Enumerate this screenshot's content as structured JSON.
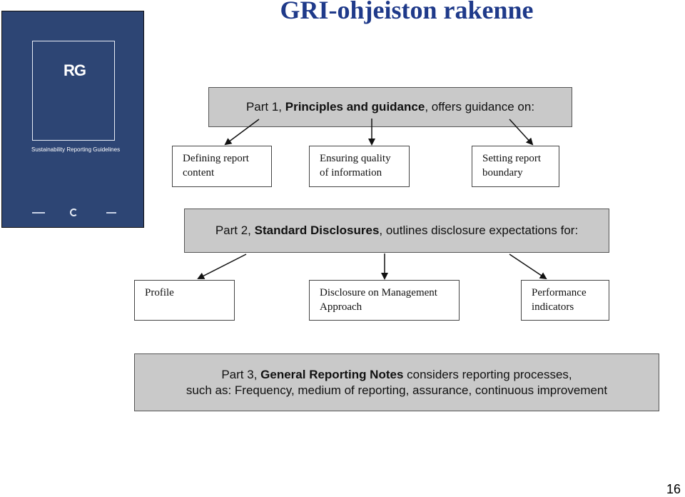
{
  "title": "GRI-ohjeiston rakenne",
  "cover": {
    "logo_text": "RG",
    "subtitle": "Sustainability Reporting Guidelines"
  },
  "part1": {
    "prefix": "Part 1, ",
    "bold": "Principles and guidance",
    "suffix": ", offers guidance on:",
    "children": [
      "Defining report\ncontent",
      "Ensuring quality\nof information",
      "Setting report\nboundary"
    ]
  },
  "part2": {
    "prefix": "Part 2, ",
    "bold": "Standard Disclosures",
    "suffix": ", outlines disclosure expectations for:",
    "children": [
      "Profile",
      "Disclosure on Management\nApproach",
      "Performance\nindicators"
    ]
  },
  "part3": {
    "prefix": "Part 3, ",
    "bold": "General Reporting Notes",
    "suffix": " considers reporting processes,",
    "line2": "such as: Frequency, medium of reporting, assurance, continuous improvement"
  },
  "page_number": "16",
  "colors": {
    "title": "#1f3a8a",
    "cover": "#2d4574",
    "part_fill": "#c9c9c9"
  }
}
